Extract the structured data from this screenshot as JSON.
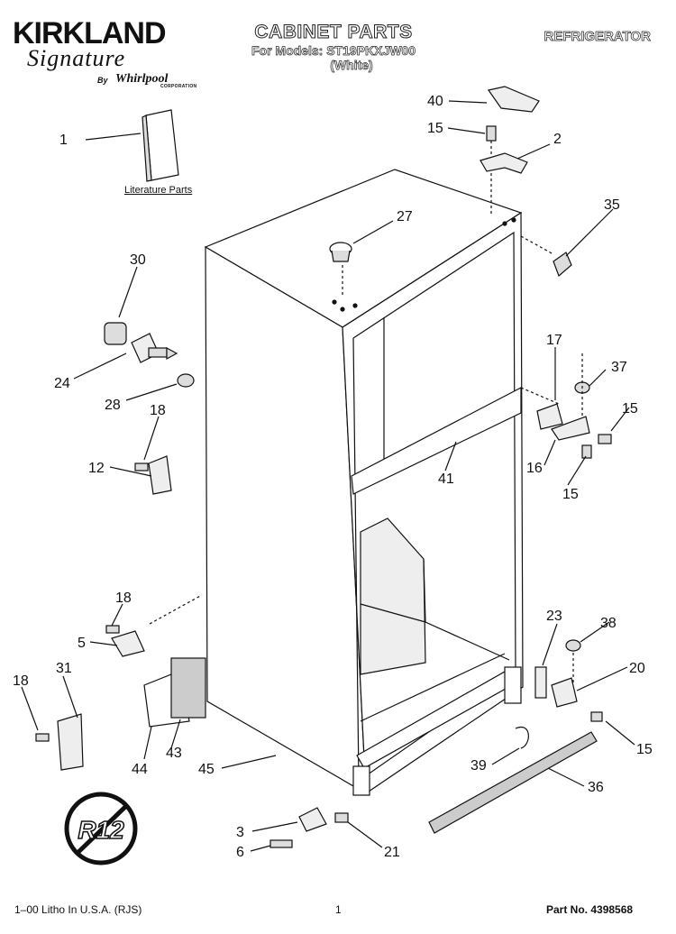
{
  "header": {
    "brand_line1": "KIRKLAND",
    "brand_line2": "Signature",
    "by_text": "By",
    "maker": "Whirlpool",
    "maker_suffix": "CORPORATION",
    "title": "CABINET PARTS",
    "models": "For Models: ST19PKXJW00",
    "color": "(White)",
    "category": "REFRIGERATOR"
  },
  "literature_caption": "Literature Parts",
  "callouts": [
    {
      "id": "c40",
      "label": "40"
    },
    {
      "id": "c15a",
      "label": "15"
    },
    {
      "id": "c2",
      "label": "2"
    },
    {
      "id": "c1",
      "label": "1"
    },
    {
      "id": "c27",
      "label": "27"
    },
    {
      "id": "c35",
      "label": "35"
    },
    {
      "id": "c30",
      "label": "30"
    },
    {
      "id": "c24",
      "label": "24"
    },
    {
      "id": "c28",
      "label": "28"
    },
    {
      "id": "c18a",
      "label": "18"
    },
    {
      "id": "c12",
      "label": "12"
    },
    {
      "id": "c17",
      "label": "17"
    },
    {
      "id": "c37",
      "label": "37"
    },
    {
      "id": "c15b",
      "label": "15"
    },
    {
      "id": "c16",
      "label": "16"
    },
    {
      "id": "c15c",
      "label": "15"
    },
    {
      "id": "c41",
      "label": "41"
    },
    {
      "id": "c18b",
      "label": "18"
    },
    {
      "id": "c5",
      "label": "5"
    },
    {
      "id": "c18c",
      "label": "18"
    },
    {
      "id": "c31",
      "label": "31"
    },
    {
      "id": "c23",
      "label": "23"
    },
    {
      "id": "c38",
      "label": "38"
    },
    {
      "id": "c20",
      "label": "20"
    },
    {
      "id": "c44",
      "label": "44"
    },
    {
      "id": "c43",
      "label": "43"
    },
    {
      "id": "c45",
      "label": "45"
    },
    {
      "id": "c15d",
      "label": "15"
    },
    {
      "id": "c39",
      "label": "39"
    },
    {
      "id": "c36",
      "label": "36"
    },
    {
      "id": "c3",
      "label": "3"
    },
    {
      "id": "c6",
      "label": "6"
    },
    {
      "id": "c21",
      "label": "21"
    }
  ],
  "r12_badge": "R12",
  "footer": {
    "litho": "1–00 Litho In U.S.A. (RJS)",
    "page": "1",
    "part_no": "Part No. 4398568"
  }
}
